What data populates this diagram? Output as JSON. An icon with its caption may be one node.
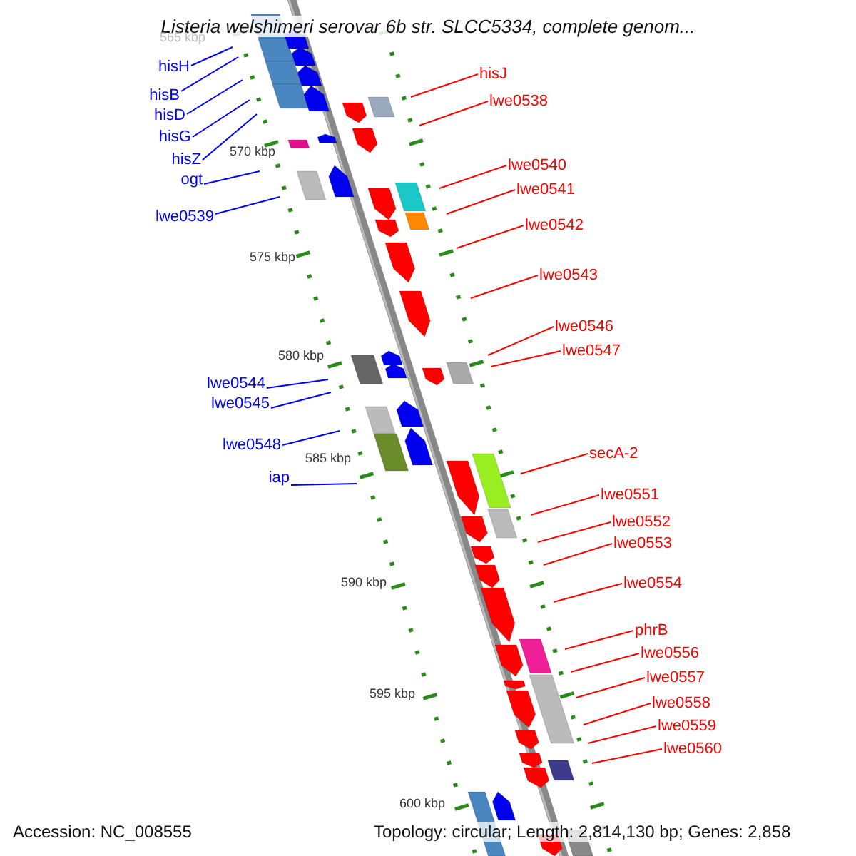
{
  "diagram": {
    "title": "Listeria welshimeri serovar 6b str. SLCC5334, complete genom...",
    "nodes": [
      {
        "text": [
          "hisH"
        ]
      },
      {
        "text": [
          "hisB"
        ]
      },
      {
        "text": [
          "hisD"
        ]
      },
      {
        "text": [
          "hisG"
        ]
      },
      {
        "text": [
          "hisZ"
        ]
      },
      {
        "text": [
          "ogt"
        ]
      },
      {
        "text": [
          "lwe0539"
        ]
      },
      {
        "text": [
          "lwe0544"
        ]
      },
      {
        "text": [
          "lwe0545"
        ]
      },
      {
        "text": [
          "lwe0548"
        ]
      },
      {
        "text": [
          "iap"
        ]
      },
      {
        "text": [
          "hisJ"
        ]
      },
      {
        "text": [
          "lwe0538"
        ]
      },
      {
        "text": [
          "lwe0540"
        ]
      },
      {
        "text": [
          "lwe0541"
        ]
      },
      {
        "text": [
          "lwe0542"
        ]
      },
      {
        "text": [
          "lwe0543"
        ]
      },
      {
        "text": [
          "lwe0546"
        ]
      },
      {
        "text": [
          "lwe0547"
        ]
      },
      {
        "text": [
          "secA-2"
        ]
      },
      {
        "text": [
          "lwe0551"
        ]
      },
      {
        "text": [
          "lwe0552"
        ]
      },
      {
        "text": [
          "lwe0553"
        ]
      },
      {
        "text": [
          "lwe0554"
        ]
      },
      {
        "text": [
          "phrB"
        ]
      },
      {
        "text": [
          "lwe0556"
        ]
      },
      {
        "text": [
          "lwe0557"
        ]
      },
      {
        "text": [
          "lwe0558"
        ]
      },
      {
        "text": [
          "lwe0559"
        ]
      },
      {
        "text": [
          "lwe0560"
        ]
      }
    ],
    "edges": [
      {
        "from": 0,
        "to": null,
        "arrow": "none",
        "color": "#0000ff"
      },
      {
        "from": 1,
        "to": null,
        "arrow": "none",
        "color": "#0000ff"
      },
      {
        "from": 2,
        "to": null,
        "arrow": "none",
        "color": "#0000ff"
      },
      {
        "from": 3,
        "to": null,
        "arrow": "none",
        "color": "#0000ff"
      },
      {
        "from": 4,
        "to": null,
        "arrow": "none",
        "color": "#0000ff"
      },
      {
        "from": 5,
        "to": null,
        "arrow": "none",
        "color": "#0000ff"
      },
      {
        "from": 6,
        "to": null,
        "arrow": "none",
        "color": "#0000ff"
      },
      {
        "from": 7,
        "to": null,
        "arrow": "none",
        "color": "#0000ff"
      },
      {
        "from": 8,
        "to": null,
        "arrow": "none",
        "color": "#0000ff"
      },
      {
        "from": 9,
        "to": null,
        "arrow": "none",
        "color": "#0000ff"
      },
      {
        "from": 10,
        "to": null,
        "arrow": "none",
        "color": "#0000ff"
      },
      {
        "from": 11,
        "to": null,
        "arrow": "none"
      },
      {
        "from": 12,
        "to": null,
        "arrow": "none"
      },
      {
        "from": 13,
        "to": null,
        "arrow": "none"
      },
      {
        "from": 14,
        "to": null,
        "arrow": "none"
      },
      {
        "from": 15,
        "to": null,
        "arrow": "none"
      },
      {
        "from": 16,
        "to": null,
        "arrow": "none"
      },
      {
        "from": 17,
        "to": null,
        "arrow": "none"
      },
      {
        "from": 18,
        "to": null,
        "arrow": "none"
      },
      {
        "from": 19,
        "to": null,
        "arrow": "none"
      },
      {
        "from": 20,
        "to": null,
        "arrow": "none"
      },
      {
        "from": 21,
        "to": null,
        "arrow": "none"
      },
      {
        "from": 22,
        "to": null,
        "arrow": "none"
      },
      {
        "from": 23,
        "to": null,
        "arrow": "none"
      },
      {
        "from": 24,
        "to": null,
        "arrow": "none"
      },
      {
        "from": 25,
        "to": null,
        "arrow": "none"
      },
      {
        "from": 26,
        "to": null,
        "arrow": "none"
      },
      {
        "from": 27,
        "to": null,
        "arrow": "none"
      },
      {
        "from": 28,
        "to": null,
        "arrow": "none"
      },
      {
        "from": 29,
        "to": null,
        "arrow": "none"
      }
    ],
    "labels": [
      "565 kbp",
      "570 kbp",
      "575 kbp",
      "580 kbp",
      "585 kbp",
      "590 kbp",
      "595 kbp",
      "600 kbp",
      "Accession: NC_008555",
      "Topology: circular; Length: 2,814,130 bp; Genes: 2,858"
    ]
  }
}
